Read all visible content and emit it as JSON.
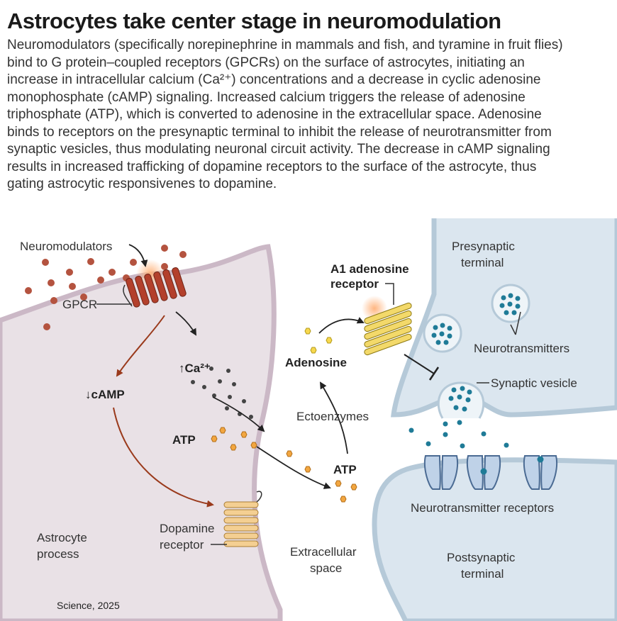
{
  "title": "Astrocytes take center stage in neuromodulation",
  "description_lines": [
    "Neuromodulators (specifically norepinephrine in mammals and fish, and tyramine in fruit flies)",
    "bind to G protein–coupled receptors (GPCRs) on the surface of astrocytes, initiating an",
    "increase in intracellular calcium (Ca²⁺) concentrations and a decrease in cyclic adenosine",
    "monophosphate (cAMP) signaling. Increased calcium triggers the release of adenosine",
    "triphosphate (ATP), which is converted to adenosine in the extracellular space. Adenosine",
    "binds to receptors on the presynaptic terminal to inhibit the release of neurotransmitter from",
    "synaptic vesicles, thus modulating neuronal circuit activity. The decrease in cAMP signaling",
    "results in increased trafficking of dopamine receptors to the surface of the astrocyte, thus",
    "gating astrocytic responsivenes to dopamine."
  ],
  "labels": {
    "neuromodulators": "Neuromodulators",
    "gpcr": "GPCR",
    "camp": "↓cAMP",
    "ca": "↑Ca²⁺",
    "atp_inside": "ATP",
    "atp_outside": "ATP",
    "adenosine": "Adenosine",
    "ectoenzymes": "Ectoenzymes",
    "a1_line1": "A1 adenosine",
    "a1_line2": "receptor",
    "presynaptic_line1": "Presynaptic",
    "presynaptic_line2": "terminal",
    "neurotransmitters": "Neurotransmitters",
    "synaptic_vesicle": "Synaptic vesicle",
    "nt_receptors": "Neurotransmitter receptors",
    "postsynaptic_line1": "Postsynaptic",
    "postsynaptic_line2": "terminal",
    "dopamine_line1": "Dopamine",
    "dopamine_line2": "receptor",
    "astrocyte_line1": "Astrocyte",
    "astrocyte_line2": "process",
    "extracellular_line1": "Extracellular",
    "extracellular_line2": "space"
  },
  "credit": "Science, 2025",
  "colors": {
    "astrocyte_fill": "#e9e1e6",
    "astrocyte_edge": "#cbb8c6",
    "neuron_fill": "#dbe6ef",
    "neuron_edge": "#b5c9d8",
    "gpcr": "#b3402c",
    "neuromodulator_dot": "#b4533f",
    "atp": "#f2a640",
    "a1_receptor": "#f3d96a",
    "dopamine_receptor": "#f4cf92",
    "neurotransmitter": "#1f7b97",
    "camp_arrow": "#9a3a1c",
    "ca_dot": "#444444"
  }
}
